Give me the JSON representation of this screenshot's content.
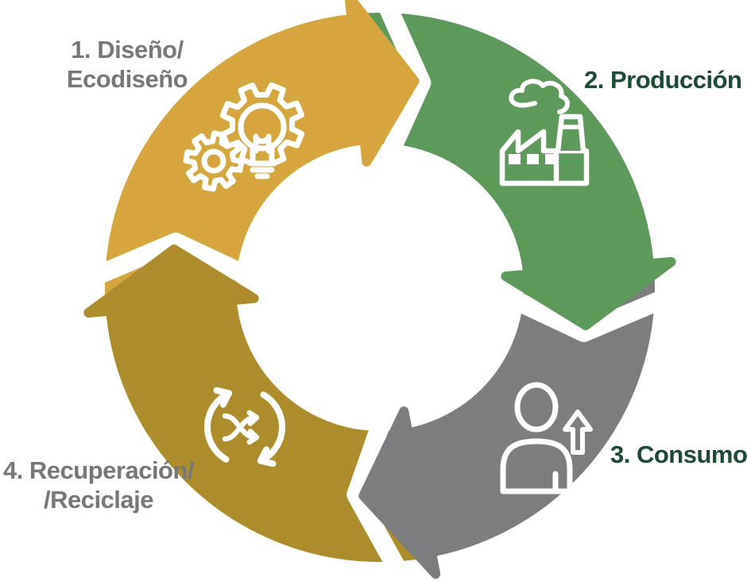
{
  "background": "#FFFFFF",
  "gap_color": "#FFFFFF",
  "flow_direction": "clockwise",
  "stages": [
    {
      "id": "diseno",
      "order": "1",
      "lines": [
        "1. Diseño/",
        "Ecodiseño"
      ],
      "arc_color": "#D6A53E",
      "label_color": "#76777A",
      "icon": "gears-lightbulb-icon",
      "position": "top-left"
    },
    {
      "id": "produccion",
      "order": "2",
      "lines": [
        "2. Producción"
      ],
      "arc_color": "#5B9A58",
      "label_color": "#1C4B33",
      "icon": "factory-icon",
      "position": "top-right"
    },
    {
      "id": "consumo",
      "order": "3",
      "lines": [
        "3. Consumo"
      ],
      "arc_color": "#7B7D7E",
      "label_color": "#1C4B33",
      "icon": "person-arrow-icon",
      "position": "bottom-right"
    },
    {
      "id": "recuperacion",
      "order": "4",
      "lines": [
        "4. Recuperación/",
        "/Reciclaje"
      ],
      "arc_color": "#AF8C2B",
      "label_color": "#76777A",
      "icon": "recycle-shuffle-icon",
      "position": "bottom-left"
    }
  ]
}
